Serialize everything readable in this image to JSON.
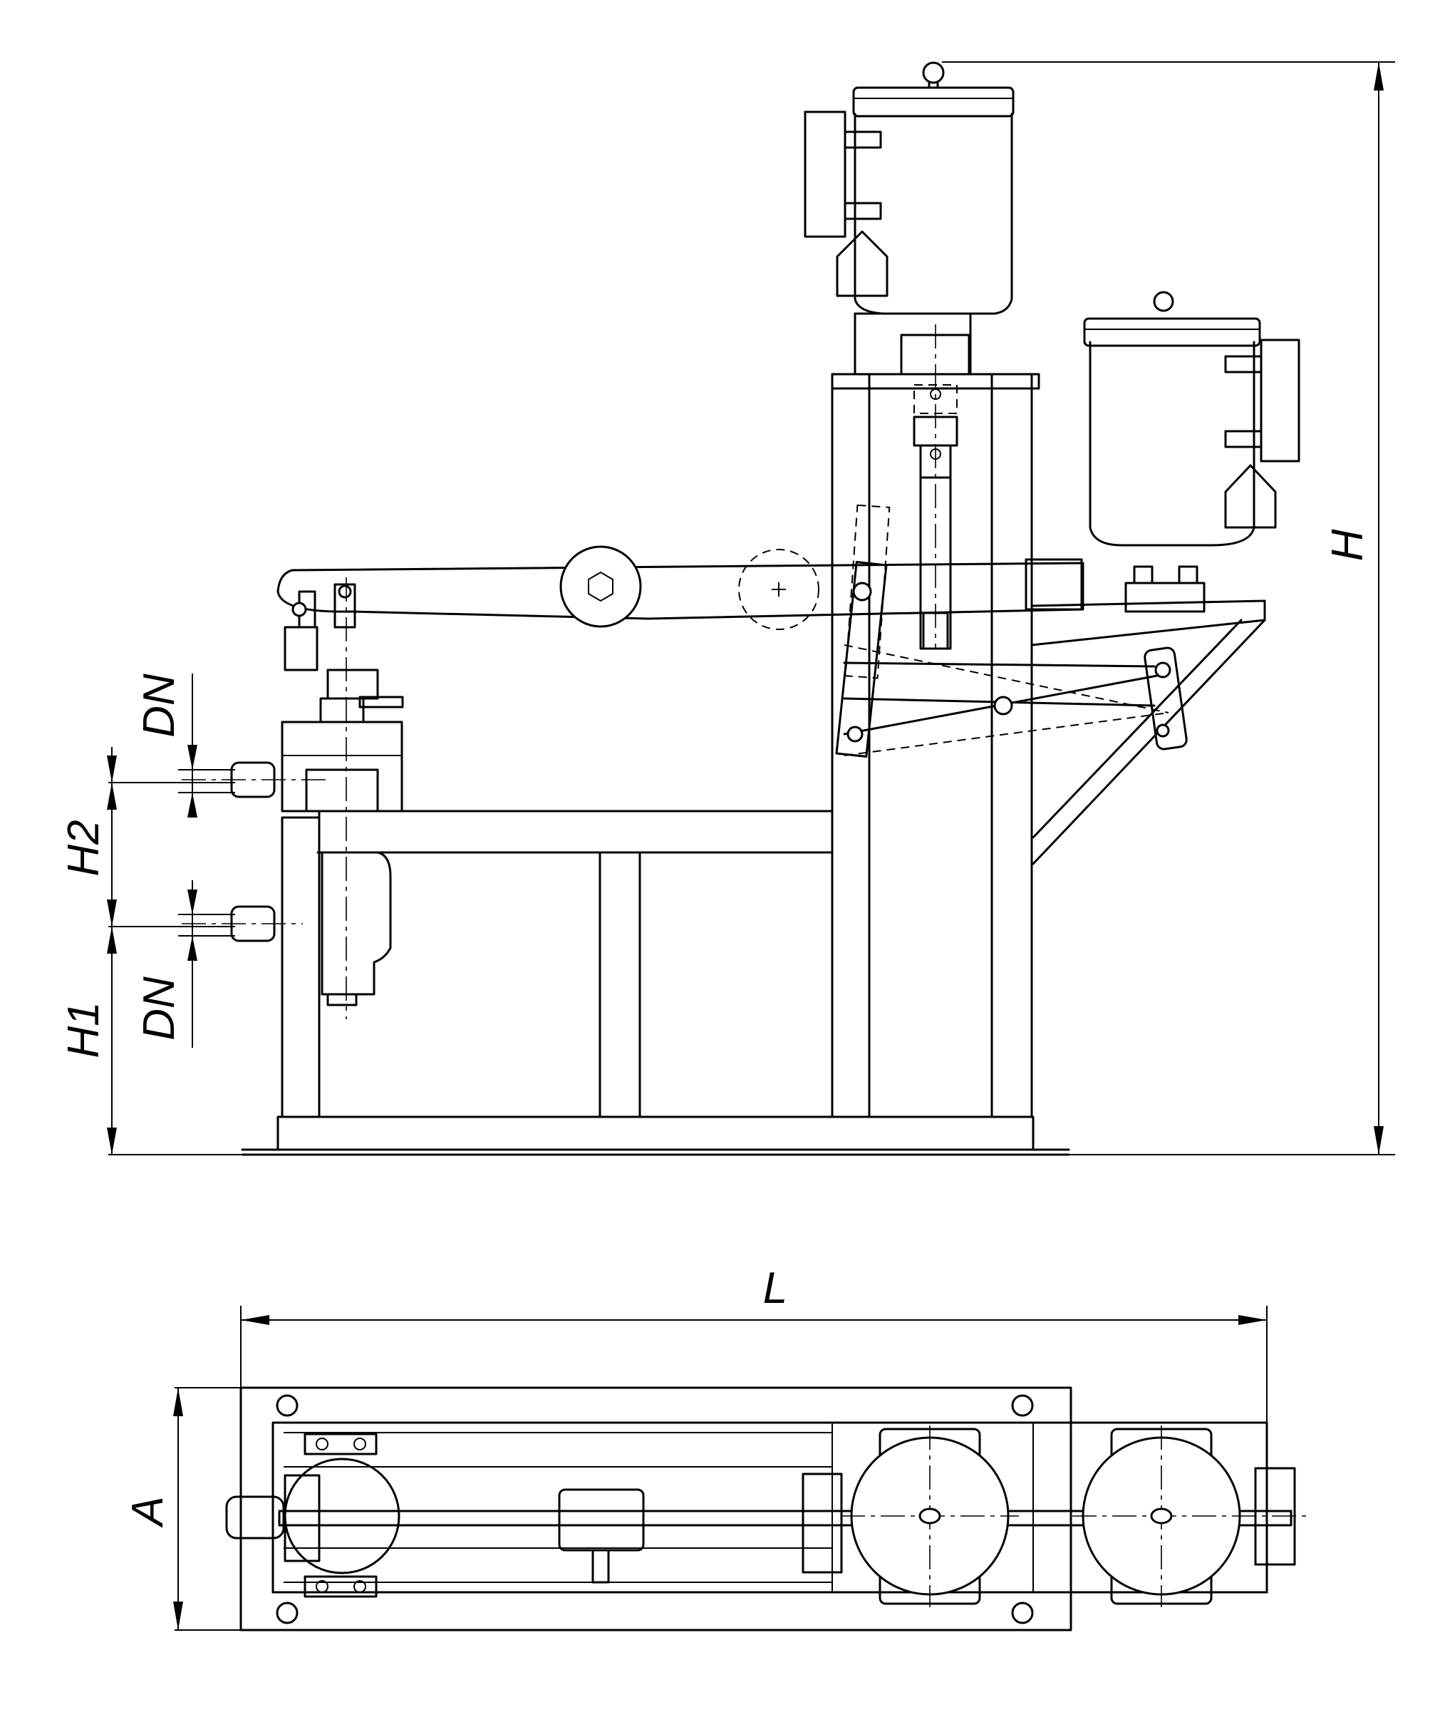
{
  "diagram": {
    "side_view": {
      "dimension_labels": {
        "height_total": "H",
        "height_1": "H1",
        "height_2": "H2",
        "nozzle_upper": "DN",
        "nozzle_lower": "DN"
      }
    },
    "top_view": {
      "dimension_labels": {
        "length": "L",
        "width": "A"
      }
    }
  }
}
